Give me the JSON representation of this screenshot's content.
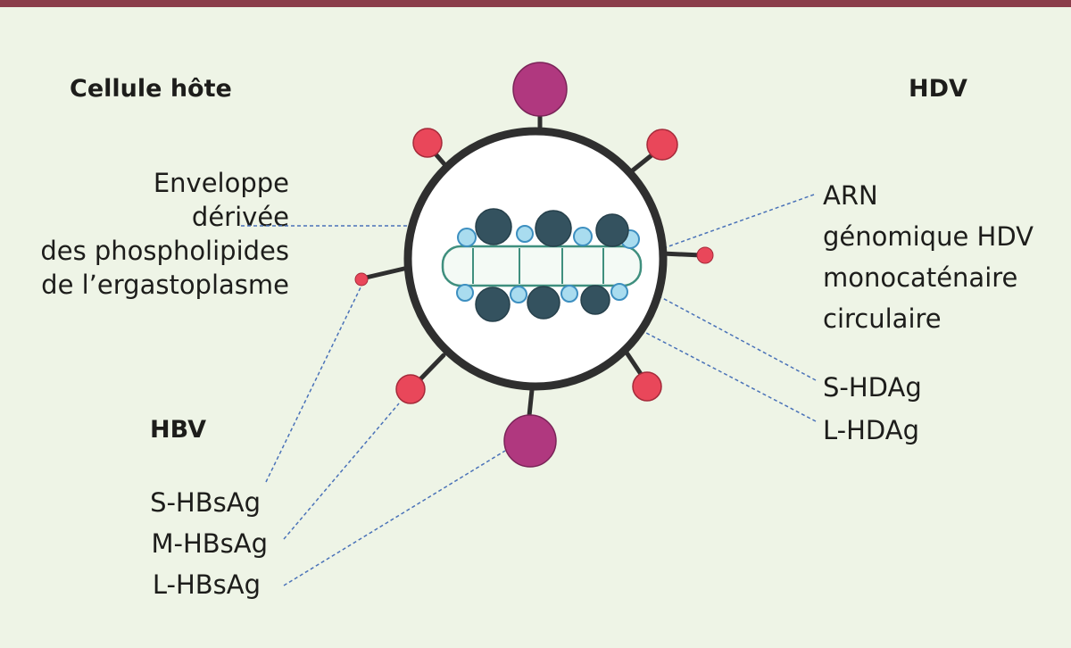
{
  "headers": {
    "host_cell": "Cellule hôte",
    "hdv": "HDV",
    "hbv": "HBV"
  },
  "labels": {
    "envelope": [
      "Enveloppe",
      "dérivée",
      "des phospholipides",
      "de l’ergastoplasme"
    ],
    "rna": [
      "ARN",
      "génomique HDV",
      "monocaténaire",
      "circulaire"
    ],
    "s_hdag": "S-HDAg",
    "l_hdag": "L-HDAg",
    "s_hbsag": "S-HBsAg",
    "m_hbsag": "M-HBsAg",
    "l_hbsag": "L-HBsAg"
  },
  "colors": {
    "background": "#eef4e6",
    "top_bar": "#8a3d4a",
    "envelope_stroke": "#2f2f2f",
    "l_hbsag_fill": "#b0387f",
    "s_hbsag_fill": "#e9475a",
    "large_protein_fill": "#34525f",
    "small_protein_fill": "#a9dcef",
    "leader_line": "#4a72b8"
  }
}
